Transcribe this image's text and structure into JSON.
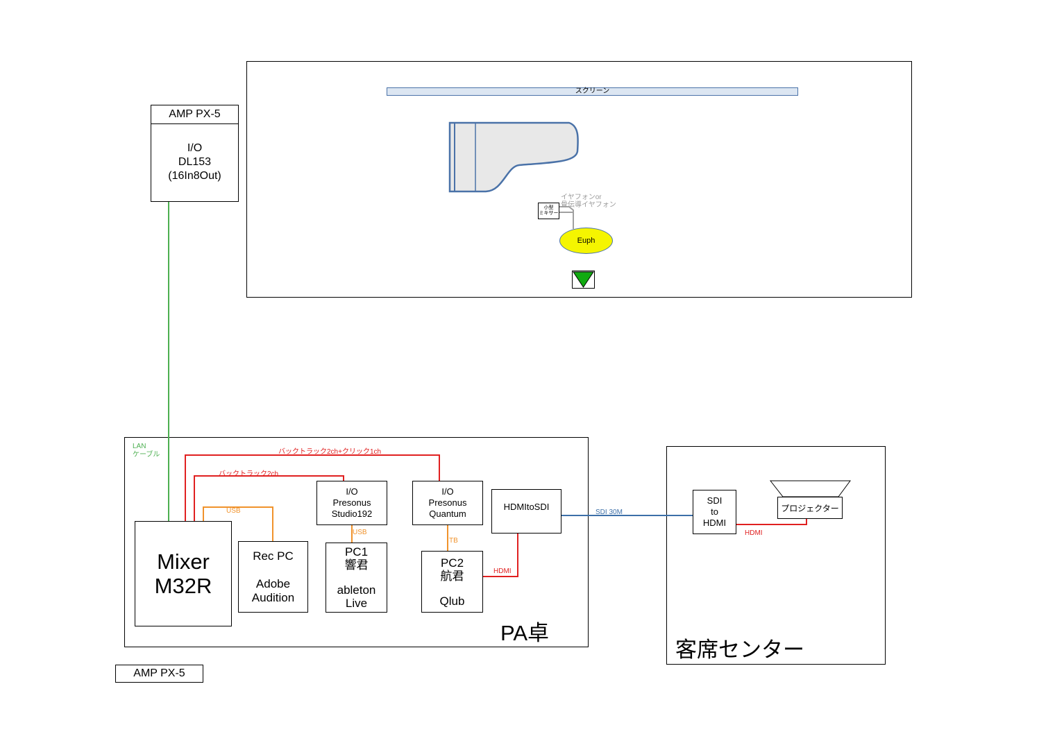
{
  "stage": {
    "screen_label": "スクリーン",
    "earphone_line1": "イヤフォンor",
    "earphone_line2": "骨伝導イヤフォン",
    "small_mixer_line1": "小型",
    "small_mixer_line2": "ミキサー",
    "euph_label": "Euph"
  },
  "amp_top": {
    "title": "AMP PX-5",
    "lines": [
      "I/O",
      "DL153",
      "(16In8Out)"
    ]
  },
  "pa": {
    "title": "PA卓",
    "lan_line1": "LAN",
    "lan_line2": "ケーブル",
    "backtrack_click": "バックトラック2ch+クリック1ch",
    "backtrack": "バックトラック2ch",
    "usb1": "USB",
    "usb2": "USB",
    "tb": "TB",
    "hdmi": "HDMI",
    "sdi_cable": "SDI 30M",
    "mixer": [
      "Mixer",
      "M32R"
    ],
    "recpc": [
      "Rec PC",
      "",
      "Adobe",
      "Audition"
    ],
    "io_studio": [
      "I/O",
      "Presonus",
      "Studio192"
    ],
    "pc1": [
      "PC1",
      "響君",
      "",
      "ableton",
      "Live"
    ],
    "io_quantum": [
      "I/O",
      "Presonus",
      "Quantum"
    ],
    "pc2": [
      "PC2",
      "航君",
      "",
      "Qlub"
    ],
    "hdmi_to_sdi": "HDMItoSDI"
  },
  "audience": {
    "title": "客席センター",
    "sdi_to_hdmi": [
      "SDI",
      "to",
      "HDMI"
    ],
    "projector": "プロジェクター",
    "hdmi": "HDMI"
  },
  "amp_bottom": {
    "title": "AMP PX-5"
  },
  "colors": {
    "lan": "#4caf50",
    "audio": "#e02020",
    "usb": "#f0922b",
    "sdi": "#3c6fa8",
    "cable_gray": "#a0a0a0",
    "screen_fill": "#dce6f2",
    "screen_border": "#4a72a8",
    "euph_fill": "#f5f500",
    "marker_green": "#11aa11"
  }
}
